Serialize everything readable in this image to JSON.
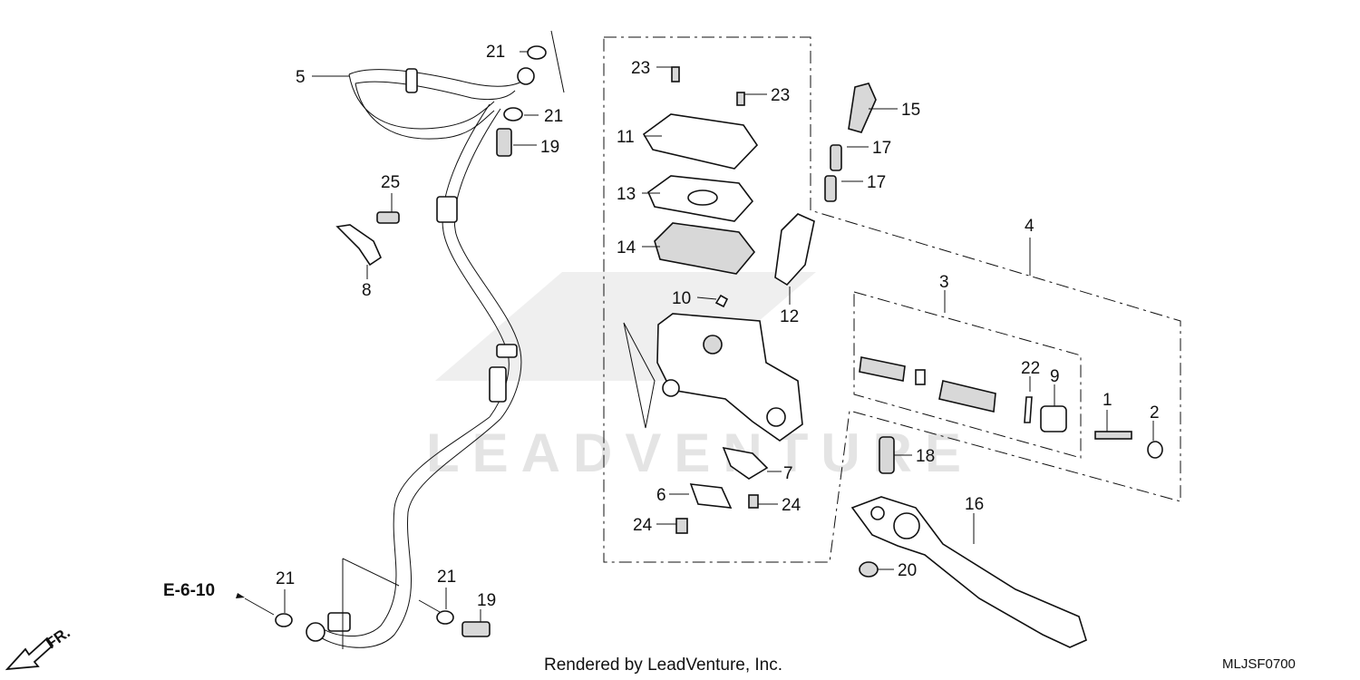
{
  "diagram": {
    "part_numbers": {
      "p1": "1",
      "p2": "2",
      "p3": "3",
      "p4": "4",
      "p5": "5",
      "p6": "6",
      "p7": "7",
      "p8": "8",
      "p9": "9",
      "p10": "10",
      "p11": "11",
      "p12": "12",
      "p13": "13",
      "p14": "14",
      "p15": "15",
      "p16": "16",
      "p17": "17",
      "p18": "18",
      "p19": "19",
      "p20": "20",
      "p21": "21",
      "p22": "22",
      "p23": "23",
      "p24": "24",
      "p25": "25"
    },
    "reference": "E-6-10",
    "direction": "FR.",
    "watermark": "LEADVENTURE",
    "footer_credit": "Rendered by LeadVenture, Inc.",
    "diagram_code": "MLJSF0700"
  }
}
